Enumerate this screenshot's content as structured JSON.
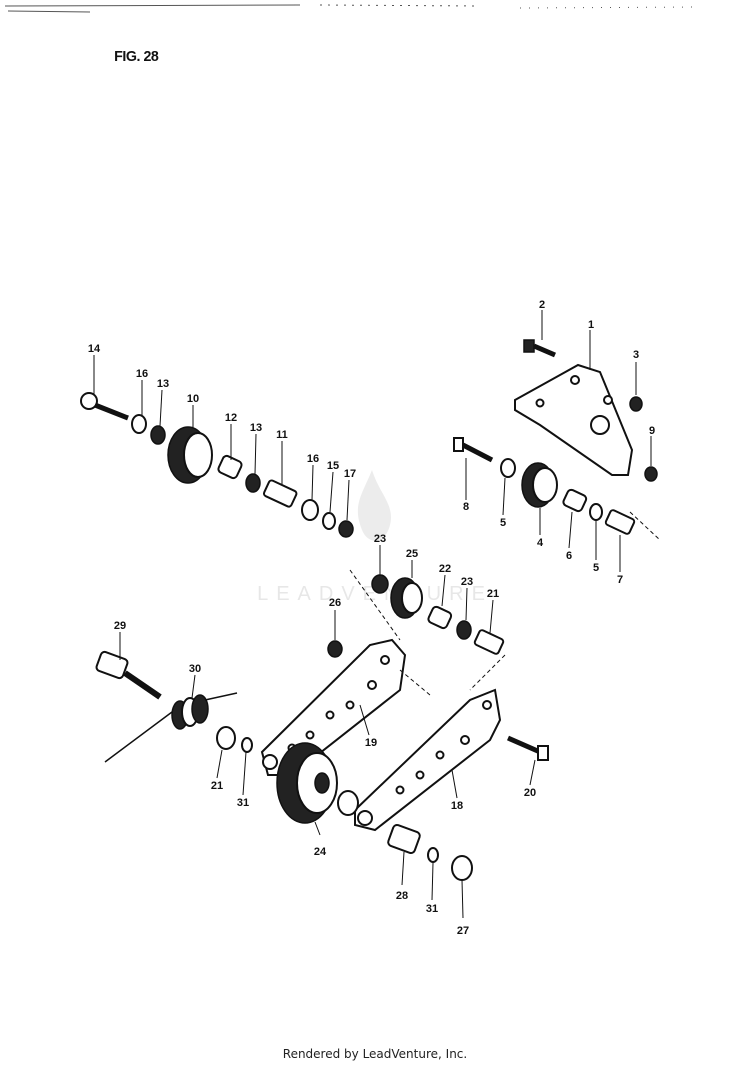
{
  "figure": {
    "title": "FIG. 28"
  },
  "footer": {
    "text": "Rendered by LeadVenture, Inc."
  },
  "watermark": {
    "text": "LEADVENTURE"
  },
  "callouts": [
    {
      "id": "c1",
      "text": "1"
    },
    {
      "id": "c2",
      "text": "2"
    },
    {
      "id": "c3",
      "text": "3"
    },
    {
      "id": "c4",
      "text": "4"
    },
    {
      "id": "c5a",
      "text": "5"
    },
    {
      "id": "c5b",
      "text": "5"
    },
    {
      "id": "c6",
      "text": "6"
    },
    {
      "id": "c7",
      "text": "7"
    },
    {
      "id": "c8",
      "text": "8"
    },
    {
      "id": "c9",
      "text": "9"
    },
    {
      "id": "c10",
      "text": "10"
    },
    {
      "id": "c11",
      "text": "11"
    },
    {
      "id": "c12",
      "text": "12"
    },
    {
      "id": "c13a",
      "text": "13"
    },
    {
      "id": "c13b",
      "text": "13"
    },
    {
      "id": "c14",
      "text": "14"
    },
    {
      "id": "c15",
      "text": "15"
    },
    {
      "id": "c16a",
      "text": "16"
    },
    {
      "id": "c16b",
      "text": "16"
    },
    {
      "id": "c17",
      "text": "17"
    },
    {
      "id": "c18",
      "text": "18"
    },
    {
      "id": "c19",
      "text": "19"
    },
    {
      "id": "c20",
      "text": "20"
    },
    {
      "id": "c21a",
      "text": "21"
    },
    {
      "id": "c21b",
      "text": "21"
    },
    {
      "id": "c22",
      "text": "22"
    },
    {
      "id": "c23a",
      "text": "23"
    },
    {
      "id": "c23b",
      "text": "23"
    },
    {
      "id": "c24",
      "text": "24"
    },
    {
      "id": "c25",
      "text": "25"
    },
    {
      "id": "c26",
      "text": "26"
    },
    {
      "id": "c27",
      "text": "27"
    },
    {
      "id": "c28",
      "text": "28"
    },
    {
      "id": "c29",
      "text": "29"
    },
    {
      "id": "c30",
      "text": "30"
    },
    {
      "id": "c31a",
      "text": "31"
    },
    {
      "id": "c31b",
      "text": "31"
    }
  ]
}
